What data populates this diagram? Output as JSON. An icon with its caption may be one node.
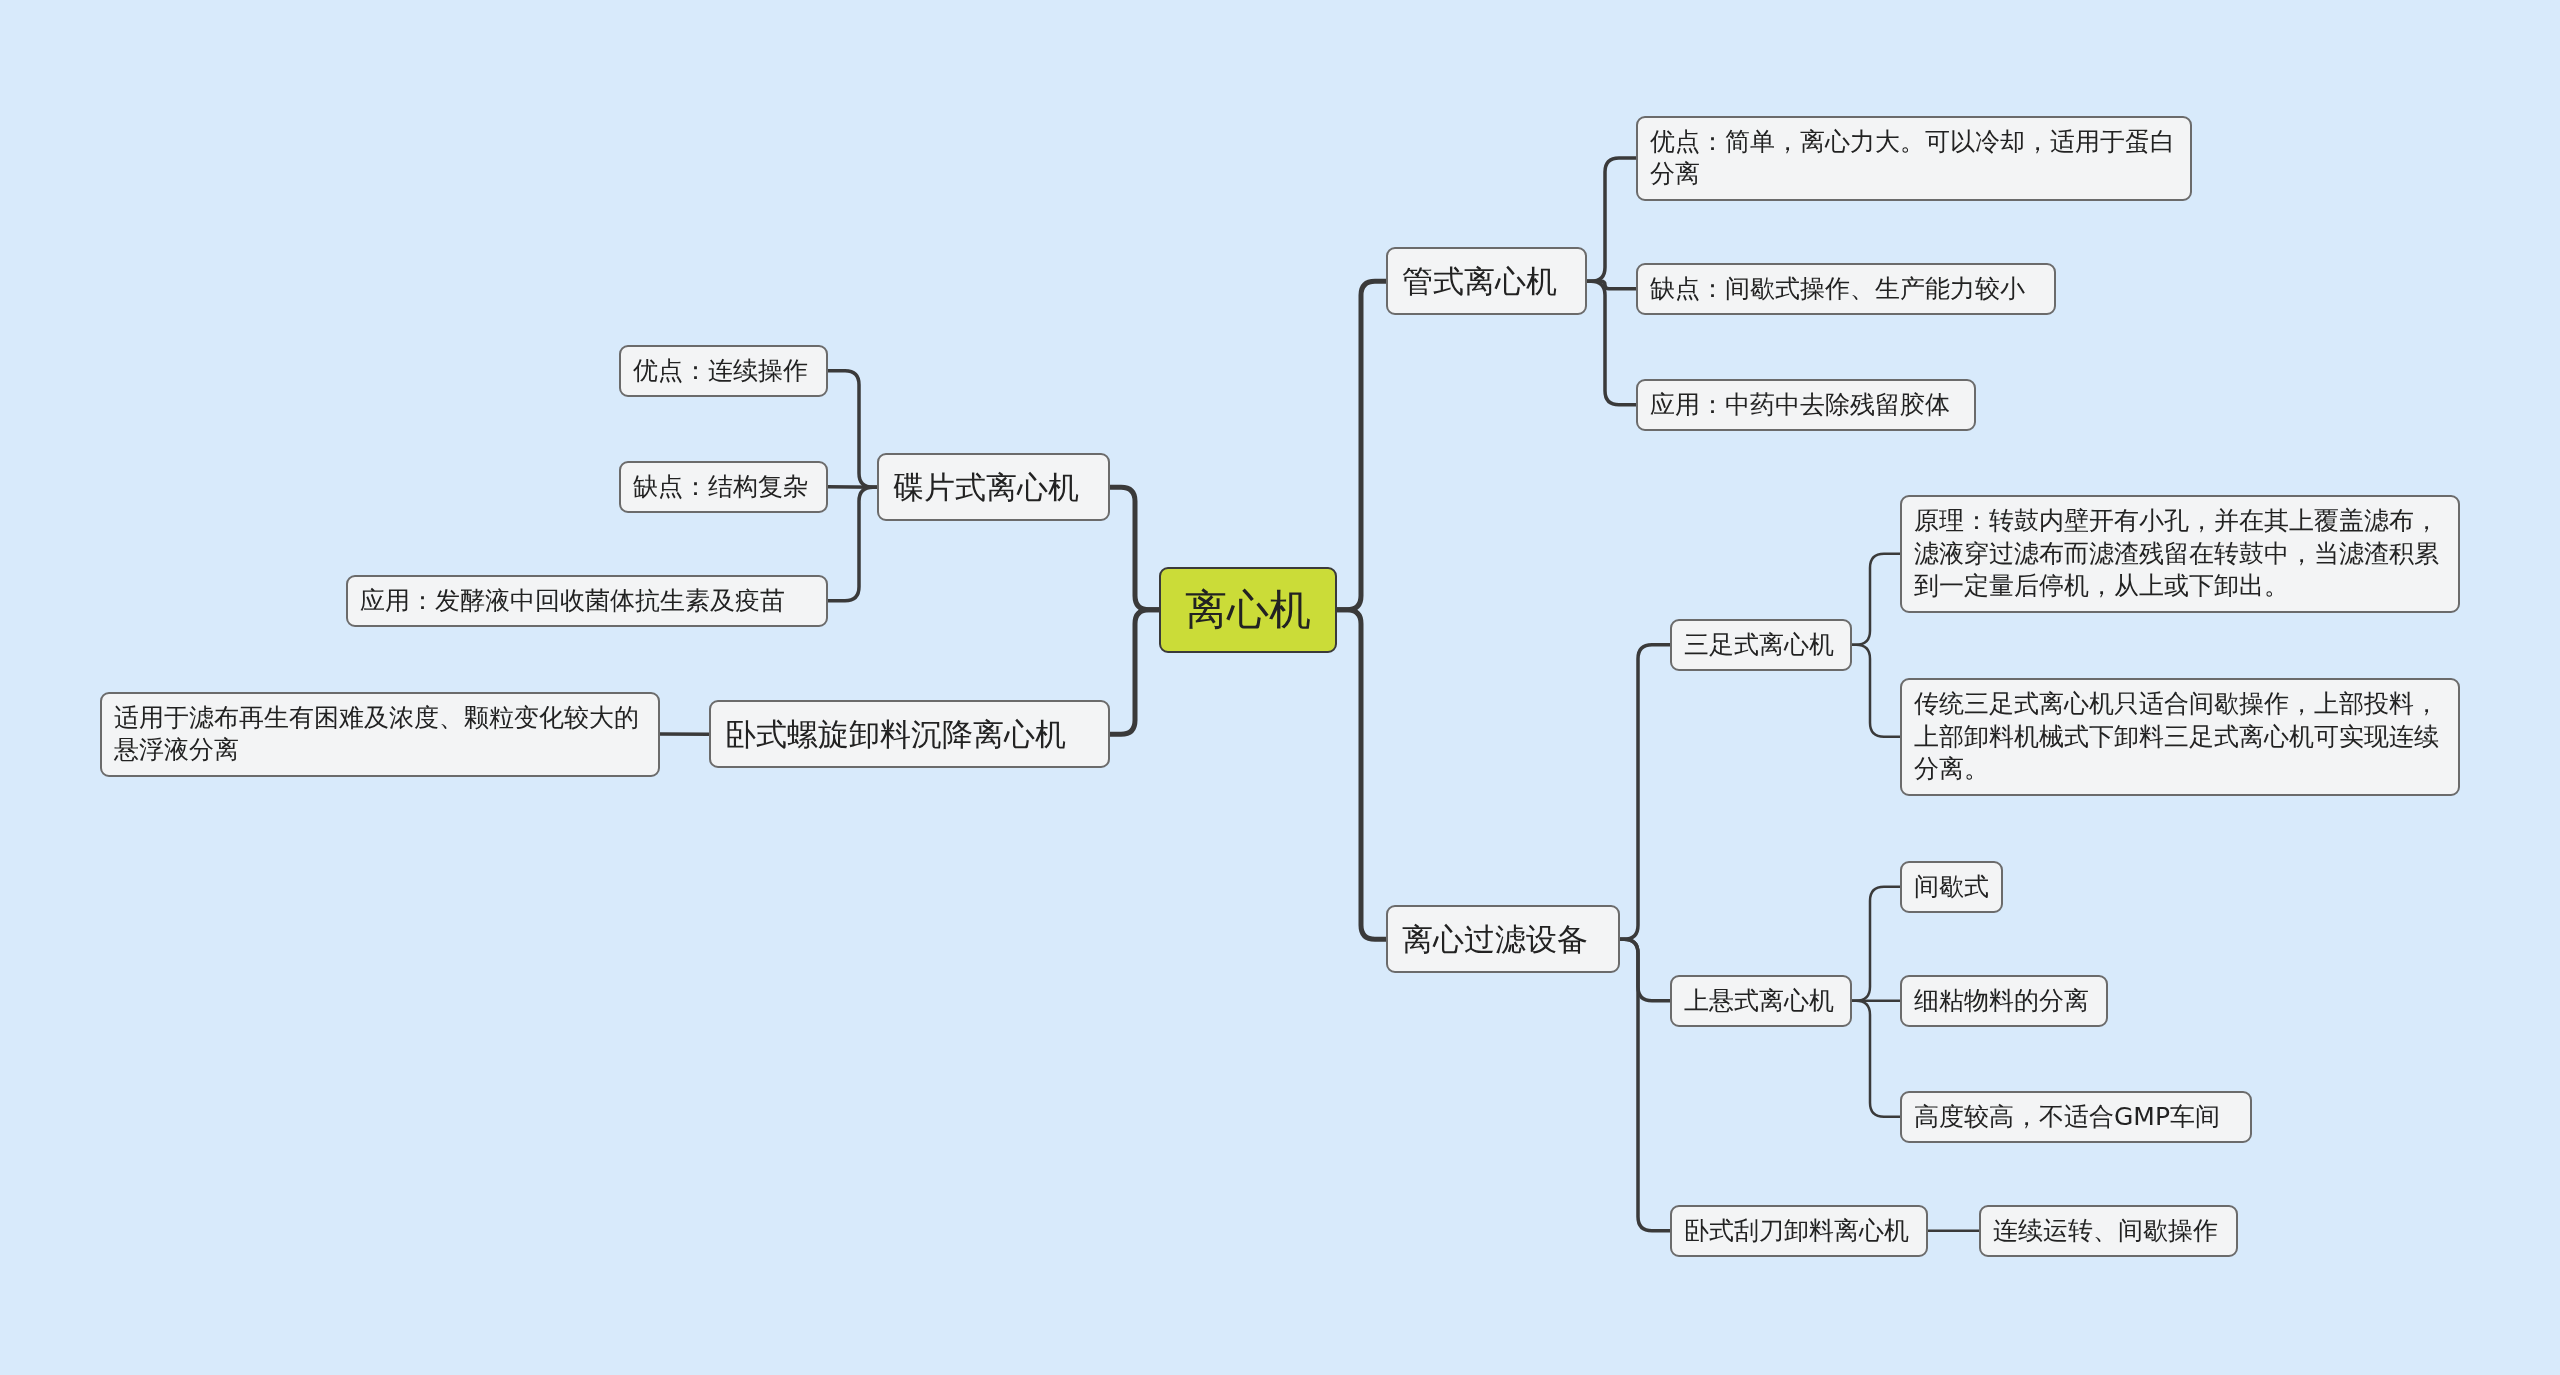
{
  "diagram": {
    "nodes": [
      {
        "text": [
          "离心机"
        ]
      },
      {
        "text": [
          "碟片式离心机"
        ]
      },
      {
        "text": [
          "优点：连续操作"
        ]
      },
      {
        "text": [
          "缺点：结构复杂"
        ]
      },
      {
        "text": [
          "应用：发酵液中回收菌体抗生素及疫苗"
        ]
      },
      {
        "text": [
          "卧式螺旋卸料沉降离心机"
        ]
      },
      {
        "text": [
          "适用于滤布再生有困难及浓度、颗粒变化较大的悬浮液分离"
        ]
      },
      {
        "text": [
          "管式离心机"
        ]
      },
      {
        "text": [
          "优点：简单，离心力大。可以冷却，适用于蛋白分离"
        ]
      },
      {
        "text": [
          "缺点：间歇式操作、生产能力较小"
        ]
      },
      {
        "text": [
          "应用：中药中去除残留胶体"
        ]
      },
      {
        "text": [
          "离心过滤设备"
        ]
      },
      {
        "text": [
          "三足式离心机"
        ]
      },
      {
        "text": [
          "原理：转鼓内壁开有小孔，并在其上覆盖滤布，滤液穿过滤布而滤渣残留在转鼓中，当滤渣积累到一定量后停机，从上或下卸出。"
        ]
      },
      {
        "text": [
          "传统三足式离心机只适合间歇操作，上部投料，上部卸料机械式下卸料三足式离心机可实现连续分离。"
        ]
      },
      {
        "text": [
          "上悬式离心机"
        ]
      },
      {
        "text": [
          "间歇式"
        ]
      },
      {
        "text": [
          "细粘物料的分离"
        ]
      },
      {
        "text": [
          "高度较高，不适合GMP车间"
        ]
      },
      {
        "text": [
          "卧式刮刀卸料离心机"
        ]
      },
      {
        "text": [
          "连续运转、间歇操作"
        ]
      }
    ],
    "edges": [
      {
        "from": 0,
        "to": 1,
        "arrow": "none"
      },
      {
        "from": 0,
        "to": 5,
        "arrow": "none"
      },
      {
        "from": 0,
        "to": 7,
        "arrow": "none"
      },
      {
        "from": 0,
        "to": 11,
        "arrow": "none"
      },
      {
        "from": 1,
        "to": 2,
        "arrow": "none"
      },
      {
        "from": 1,
        "to": 3,
        "arrow": "none"
      },
      {
        "from": 1,
        "to": 4,
        "arrow": "none"
      },
      {
        "from": 5,
        "to": 6,
        "arrow": "none"
      },
      {
        "from": 7,
        "to": 8,
        "arrow": "none"
      },
      {
        "from": 7,
        "to": 9,
        "arrow": "none"
      },
      {
        "from": 7,
        "to": 10,
        "arrow": "none"
      },
      {
        "from": 11,
        "to": 12,
        "arrow": "none"
      },
      {
        "from": 11,
        "to": 15,
        "arrow": "none"
      },
      {
        "from": 11,
        "to": 19,
        "arrow": "none"
      },
      {
        "from": 12,
        "to": 13,
        "arrow": "none"
      },
      {
        "from": 12,
        "to": 14,
        "arrow": "none"
      },
      {
        "from": 15,
        "to": 16,
        "arrow": "none"
      },
      {
        "from": 15,
        "to": 17,
        "arrow": "none"
      },
      {
        "from": 15,
        "to": 18,
        "arrow": "none"
      },
      {
        "from": 19,
        "to": 20,
        "arrow": "none"
      }
    ]
  }
}
